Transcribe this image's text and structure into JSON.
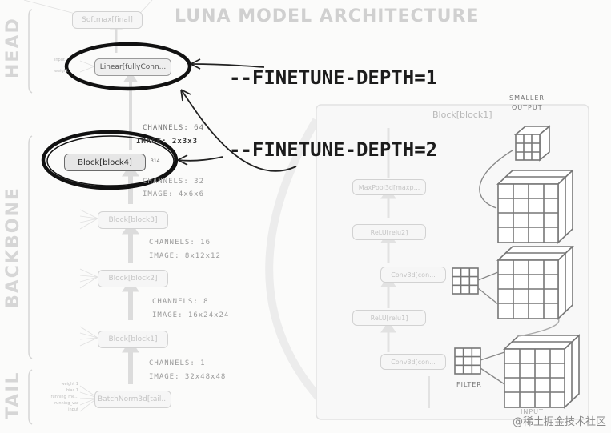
{
  "title": "LUNA MODEL ARCHITECTURE",
  "sections": {
    "head": "HEAD",
    "backbone": "BACKBONE",
    "tail": "TAIL"
  },
  "annotations": {
    "depth1": "--FINETUNE-DEPTH=1",
    "depth2": "--FINETUNE-DEPTH=2"
  },
  "nodes": {
    "softmax": "Softmax[final]",
    "linear": "Linear[fullyConn...",
    "block4": "Block[block4]",
    "block3": "Block[block3]",
    "block2": "Block[block2]",
    "block1": "Block[block1]",
    "batchnorm": "BatchNorm3d[tail..."
  },
  "shapes": {
    "s4": {
      "channels": "CHANNELS: 64",
      "image": "IMAGE: 2x3x3"
    },
    "s3": {
      "channels": "CHANNELS: 32",
      "image": "IMAGE: 4x6x6"
    },
    "s2": {
      "channels": "CHANNELS: 16",
      "image": "IMAGE: 8x12x12"
    },
    "s1": {
      "channels": "CHANNELS: 8",
      "image": "IMAGE: 16x24x24"
    },
    "s0": {
      "channels": "CHANNELS: 1",
      "image": "IMAGE: 32x48x48"
    }
  },
  "port_labels": {
    "linear_in": "input",
    "linear_w": "weight",
    "block4_out": "314"
  },
  "tail_inputs": [
    "weight 1",
    "bias 1",
    "running_me...",
    "running_var",
    "input"
  ],
  "detail": {
    "title": "Block[block1]",
    "smaller_output_1": "SMALLER",
    "smaller_output_2": "OUTPUT",
    "filter": "FILTER",
    "input": "INPUT",
    "nodes": [
      "MaxPool3d[maxp...",
      "ReLU[relu2]",
      "Conv3d[con...",
      "ReLU[relu1]",
      "Conv3d[con..."
    ]
  },
  "watermark": "@稀土掘金技术社区"
}
